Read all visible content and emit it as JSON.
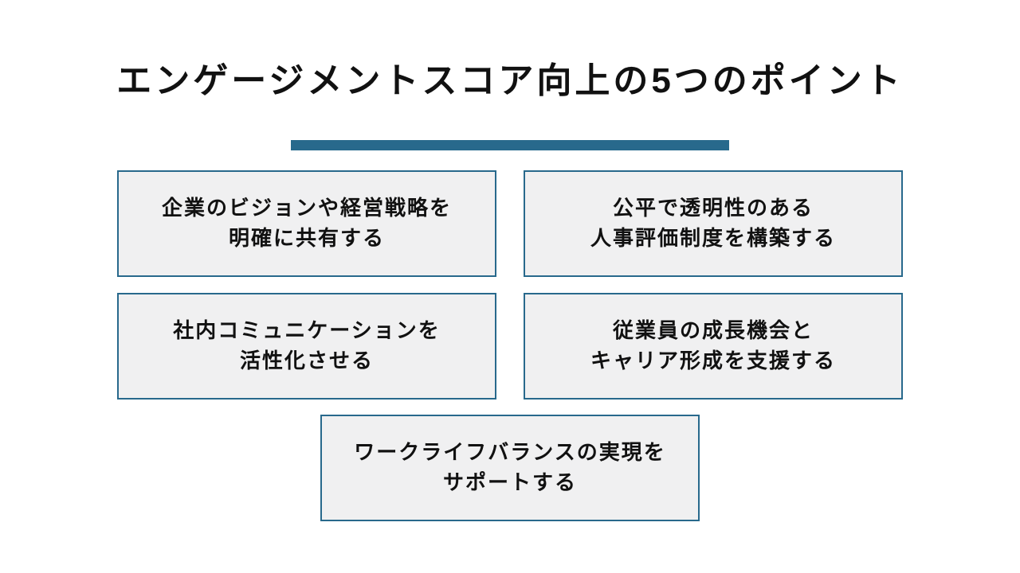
{
  "title": "エンゲージメントスコア向上の5つのポイント",
  "colors": {
    "accent": "#28698C",
    "box_fill": "#F0F0F1",
    "text": "#111111",
    "background": "#FFFFFF"
  },
  "boxes": [
    {
      "line1": "企業のビジョンや経営戦略を",
      "line2": "明確に共有する"
    },
    {
      "line1": "公平で透明性のある",
      "line2": "人事評価制度を構築する"
    },
    {
      "line1": "社内コミュニケーションを",
      "line2": "活性化させる"
    },
    {
      "line1": "従業員の成長機会と",
      "line2": "キャリア形成を支援する"
    },
    {
      "line1": "ワークライフバランスの実現を",
      "line2": "サポートする"
    }
  ]
}
